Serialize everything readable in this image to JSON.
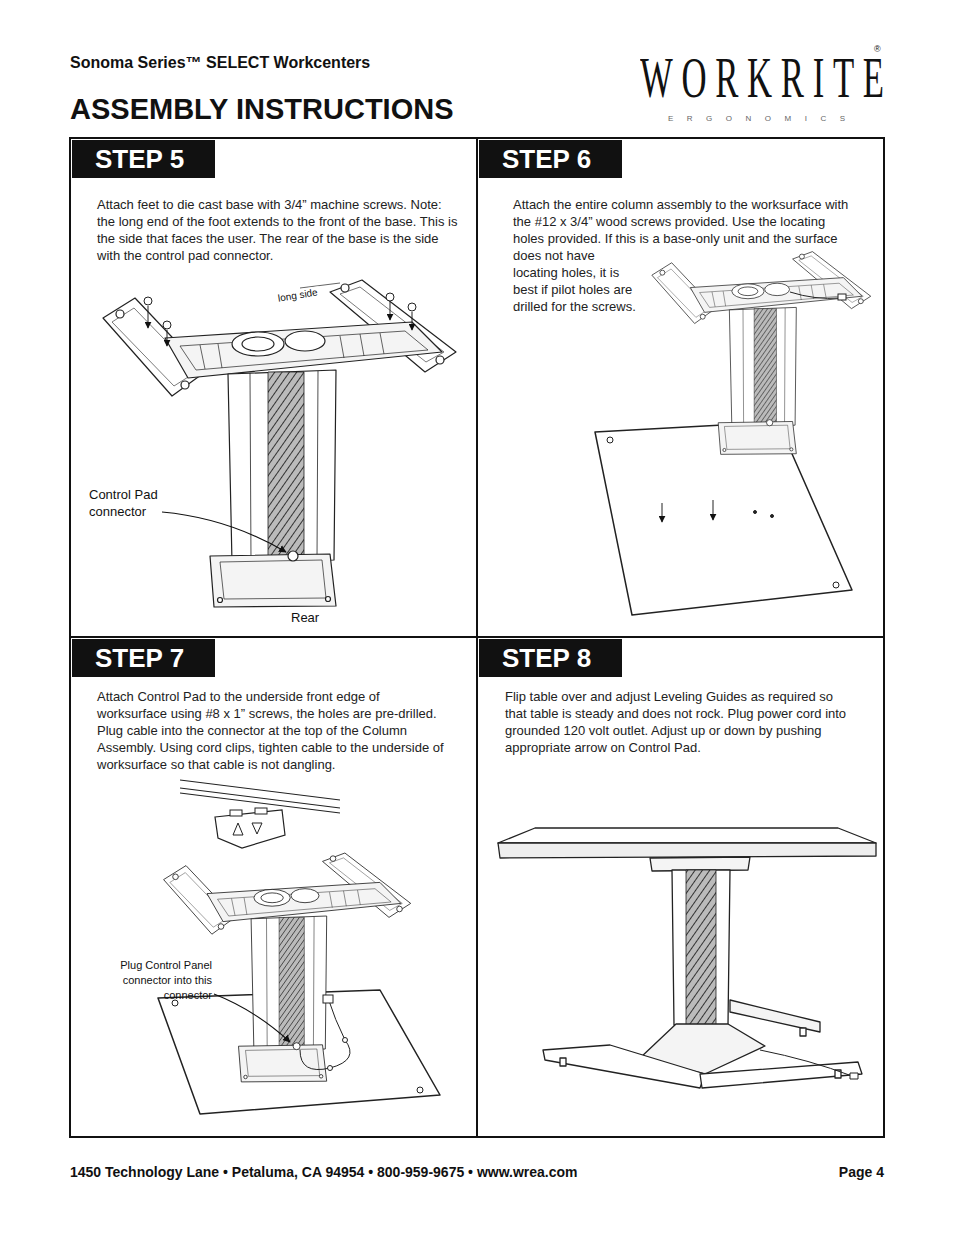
{
  "diagram": {
    "title": "ASSEMBLY INSTRUCTIONS",
    "nodes": [
      {
        "text": [
          "STEP 5",
          "Attach feet to die cast base with 3/4” machine screws. Note: the long end of the foot extends to the front of the base. This is the side that faces the user. The rear of the base is the side with the control pad connector."
        ]
      },
      {
        "text": [
          "STEP 6",
          "Attach the entire column assembly to the worksurface with the #12 x 3/4” wood screws provided. Use the locating holes provided. If this is a base-only unit and the surface does not have locating holes, it is best if pilot holes are drilled for the screws."
        ]
      },
      {
        "text": [
          "STEP 7",
          "Attach Control Pad to the underside front edge of worksurface using #8 x 1” screws, the holes are pre-drilled. Plug cable into the connector at the top of the Column Assembly. Using cord clips, tighten cable to the underside of worksurface so that cable is not dangling."
        ]
      },
      {
        "text": [
          "STEP 8",
          "Flip table over and adjust Leveling Guides as required so that table is steady and does not rock. Plug power cord into grounded 120 volt outlet. Adjust up or down by pushing appropriate arrow on Control Pad."
        ]
      }
    ],
    "labels": [
      "Sonoma Series™ SELECT Workcenters",
      "WORKRITE",
      "®",
      "ERGONOMICS",
      "long side",
      "Control Pad connector",
      "Rear",
      "Plug Control Panel connector into this connector",
      "1450 Technology Lane • Petaluma, CA 94954 • 800-959-9675 • www.wrea.com",
      "Page 4"
    ]
  }
}
